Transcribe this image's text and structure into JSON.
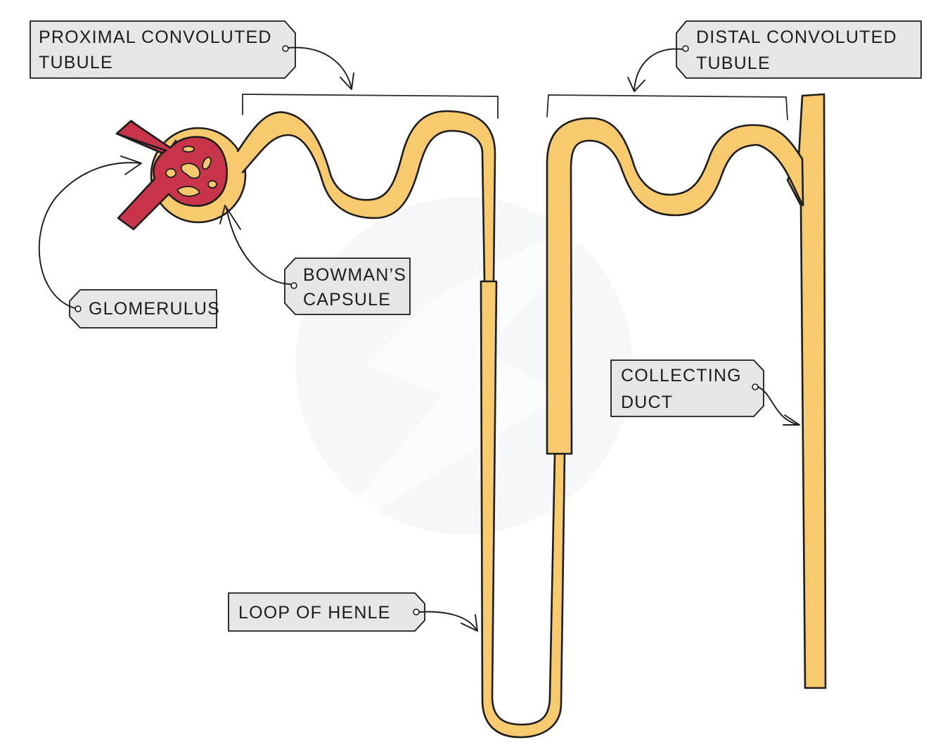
{
  "labels": {
    "pct": {
      "line1": "PROXIMAL  CONVOLUTED",
      "line2": "TUBULE"
    },
    "dct": {
      "line1": "DISTAL   CONVOLUTED",
      "line2": "TUBULE"
    },
    "bowman": {
      "line1": "BOWMAN’S",
      "line2": "CAPSULE"
    },
    "glomerulus": {
      "line1": "GLOMERULUS"
    },
    "collecting": {
      "line1": "COLLECTING",
      "line2": "DUCT"
    },
    "loop": {
      "line1": "LOOP  OF  HENLE"
    }
  },
  "colors": {
    "tubule": "#F8CA6E",
    "blood_vessel": "#C8344A",
    "tag": "#E6E6E6",
    "outline": "#1C1C1C"
  }
}
